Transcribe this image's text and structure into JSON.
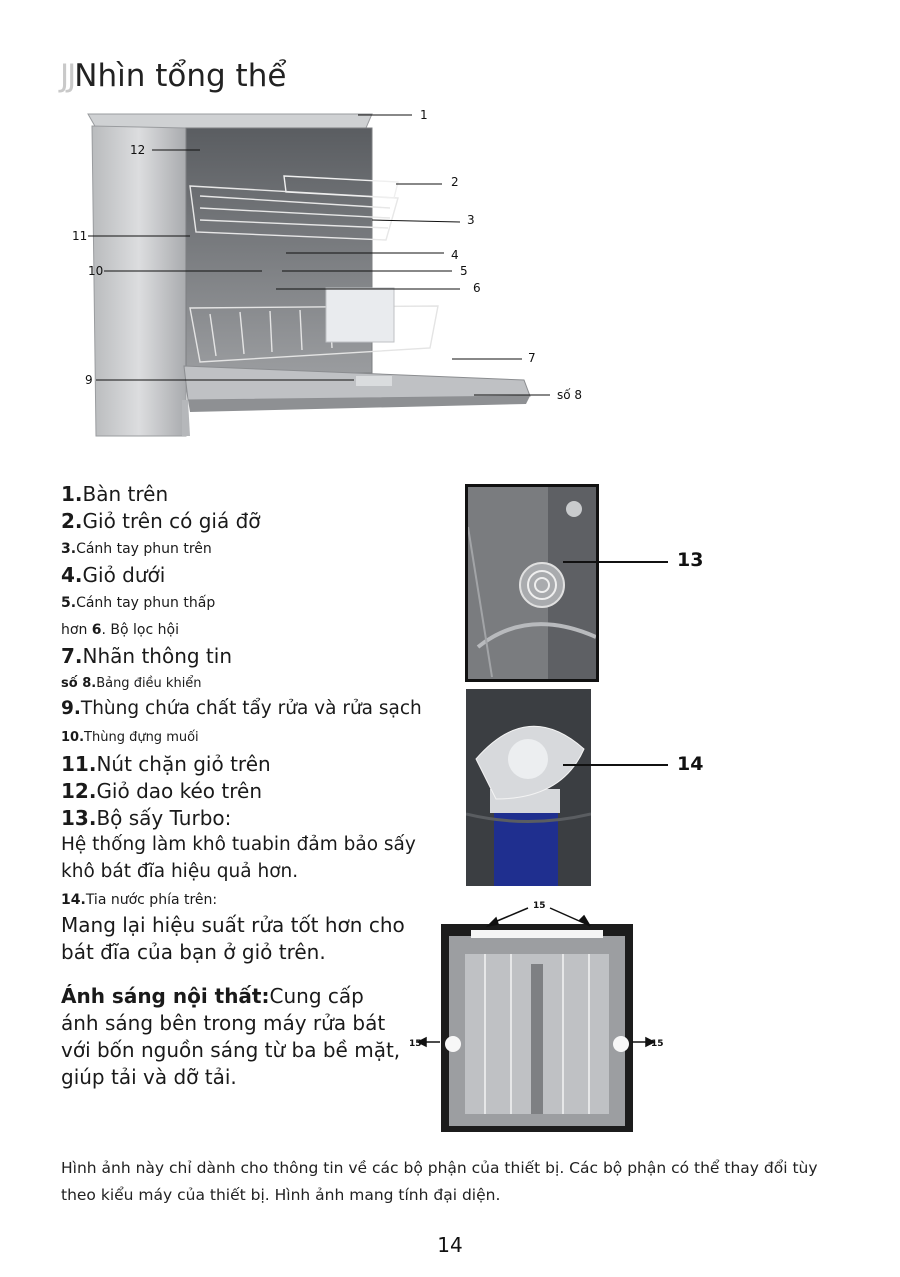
{
  "page": {
    "title_mark": "JJ",
    "title": "Nhìn tổng thể",
    "page_number": "14"
  },
  "diagram": {
    "callouts": [
      "1",
      "2",
      "3",
      "4",
      "5",
      "6",
      "7",
      "số 8",
      "9",
      "10",
      "11",
      "12"
    ]
  },
  "legend": [
    {
      "num": "1.",
      "text": "Bàn trên"
    },
    {
      "num": "2.",
      "text": "Giỏ trên có giá đỡ"
    },
    {
      "num": "3.",
      "text": "Cánh tay phun trên"
    },
    {
      "num": "4.",
      "text": "Giỏ dưới"
    },
    {
      "num": "5.",
      "text": "Cánh tay phun thấp"
    },
    {
      "pre": "hơn ",
      "num": "6",
      "text": ". Bộ lọc hội"
    },
    {
      "num": "7.",
      "text": "Nhãn thông tin"
    },
    {
      "num": "số 8.",
      "text": "Bảng điều khiển"
    },
    {
      "num": "9.",
      "text": "Thùng chứa chất tẩy rửa và rửa sạch"
    },
    {
      "num": "10.",
      "text": "Thùng đựng muối"
    },
    {
      "num": "11.",
      "text": "Nút chặn giỏ trên"
    },
    {
      "num": "12.",
      "text": "Giỏ dao kéo trên"
    },
    {
      "num": "13.",
      "text": "Bộ sấy Turbo:"
    }
  ],
  "turbo_desc": "Hệ thống làm khô tuabin đảm bảo sấy khô bát đĩa hiệu quả hơn.",
  "spray": {
    "num": "14.",
    "text": "Tia nước phía trên:"
  },
  "spray_desc": "Mang lại hiệu suất rửa tốt hơn cho bát đĩa của bạn ở giỏ trên.",
  "interior_light": {
    "label": "Ánh sáng nội thất:",
    "text": "Cung cấp ánh sáng bên trong máy rửa bát với bốn nguồn sáng từ ba bề mặt, giúp tải và dỡ tải."
  },
  "photos": {
    "label_13": "13",
    "label_14": "14",
    "label_15": "15"
  },
  "footer_note": "Hình ảnh này chỉ dành cho thông tin về các bộ phận của thiết bị. Các bộ phận có thể thay đổi tùy theo kiểu máy của thiết bị. Hình ảnh mang tính đại diện."
}
